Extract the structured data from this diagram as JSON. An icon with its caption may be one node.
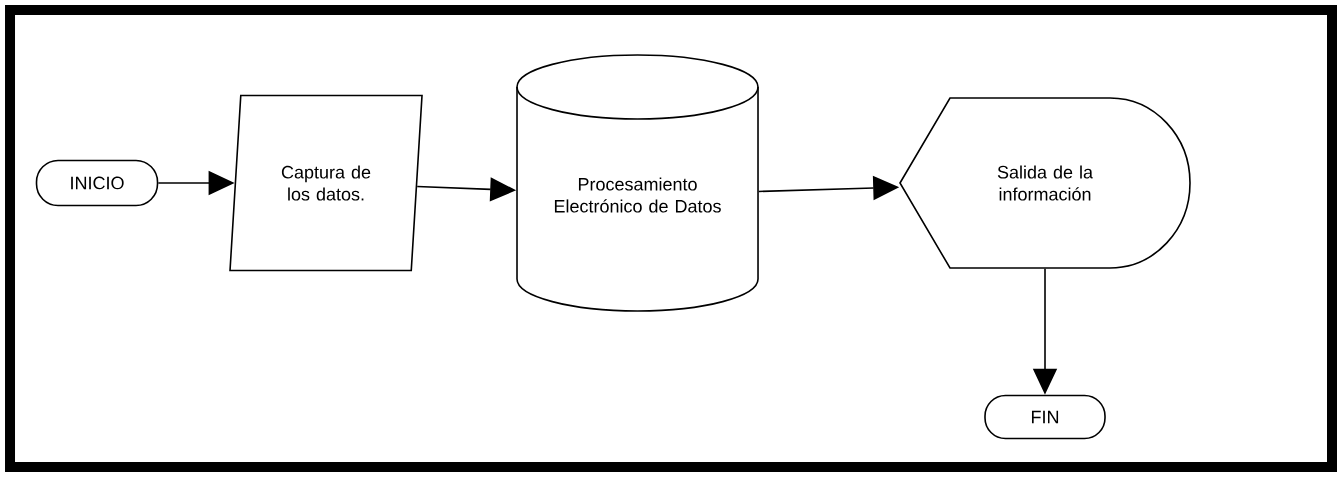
{
  "diagram": {
    "nodes": [
      {
        "text": [
          "INICIO"
        ]
      },
      {
        "text": [
          "Captura de los datos."
        ]
      },
      {
        "text": [
          "Procesamiento Electrónico de Datos"
        ]
      },
      {
        "text": [
          "Salida de la información"
        ]
      },
      {
        "text": [
          "FIN"
        ]
      }
    ],
    "edges": [
      {
        "from": 0,
        "to": 1,
        "arrow": "to"
      },
      {
        "from": 1,
        "to": 2,
        "arrow": "to"
      },
      {
        "from": 2,
        "to": 3,
        "arrow": "to"
      },
      {
        "from": 3,
        "to": 4,
        "arrow": "to"
      }
    ]
  }
}
